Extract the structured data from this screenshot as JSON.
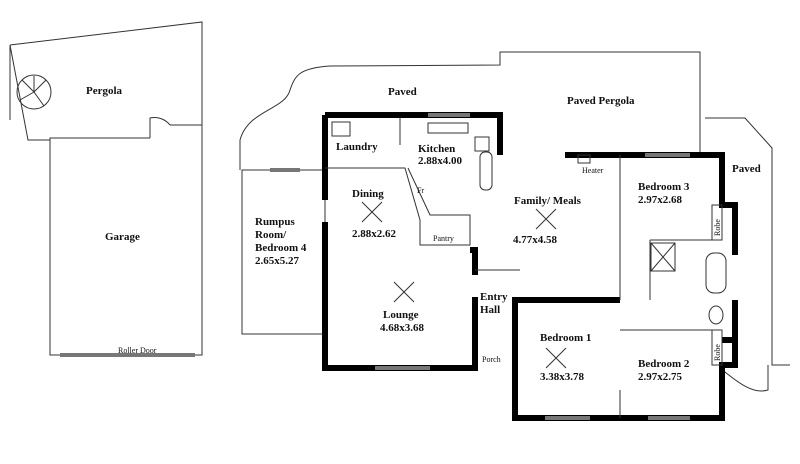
{
  "outdoor": {
    "pergola": "Pergola",
    "garage": "Garage",
    "roller_door": "Roller Door",
    "paved_top": "Paved",
    "paved_pergola": "Paved Pergola",
    "paved_right": "Paved"
  },
  "rooms": {
    "laundry": {
      "name": "Laundry"
    },
    "kitchen": {
      "name": "Kitchen",
      "size": "2.88x4.00"
    },
    "dining": {
      "name": "Dining",
      "size": "2.88x2.62"
    },
    "fridge": "Fr",
    "pantry": "Pantry",
    "family": {
      "name": "Family/ Meals",
      "size": "4.77x4.58"
    },
    "heater": "Heater",
    "bedroom3": {
      "name": "Bedroom 3",
      "size": "2.97x2.68"
    },
    "rumpus": {
      "line1": "Rumpus",
      "line2": "Room/",
      "line3": "Bedroom 4",
      "size": "2.65x5.27"
    },
    "lounge": {
      "name": "Lounge",
      "size": "4.68x3.68"
    },
    "entry": {
      "line1": "Entry",
      "line2": "Hall"
    },
    "porch": "Porch",
    "bedroom1": {
      "name": "Bedroom 1",
      "size": "3.38x3.78"
    },
    "bedroom2": {
      "name": "Bedroom 2",
      "size": "2.97x2.75"
    },
    "robe": "Robe"
  }
}
